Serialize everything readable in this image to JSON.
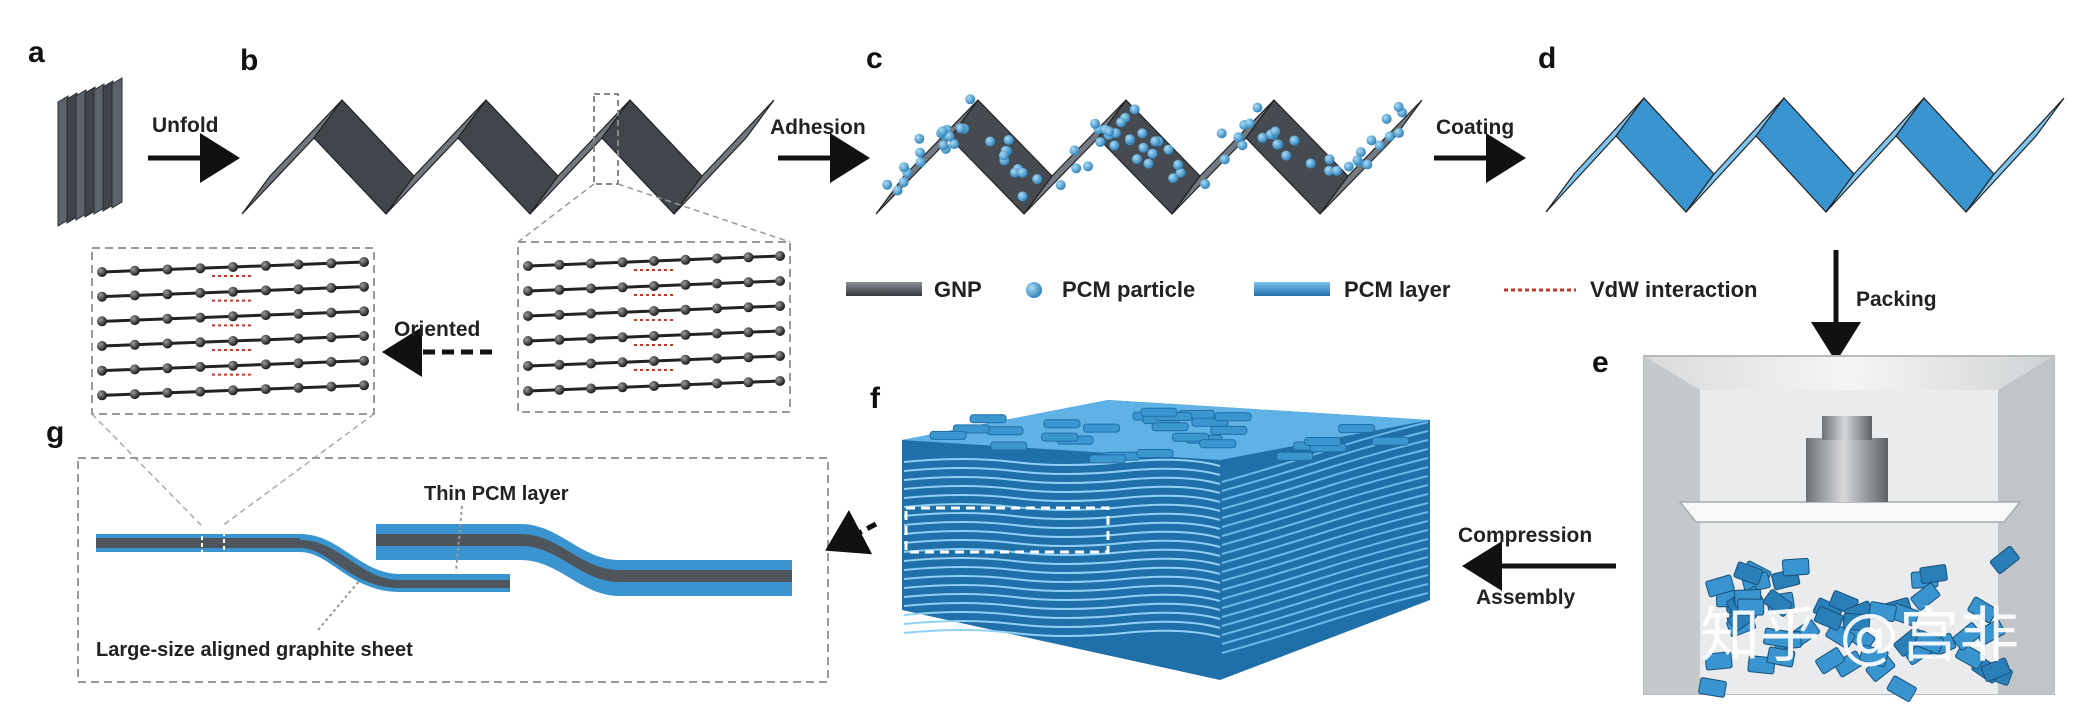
{
  "panels": [
    "a",
    "b",
    "c",
    "d",
    "e",
    "f",
    "g"
  ],
  "steps": {
    "unfold": "Unfold",
    "adhesion": "Adhesion",
    "coating": "Coating",
    "packing": "Packing",
    "oriented": "Oriented",
    "compression": "Compression",
    "assembly": "Assembly"
  },
  "legend": {
    "gnp": "GNP",
    "pcm_particle": "PCM particle",
    "pcm_layer": "PCM layer",
    "vdw": "VdW interaction"
  },
  "annotations": {
    "thin_pcm": "Thin PCM layer",
    "graphite": "Large-size aligned  graphite sheet"
  },
  "watermark": "知乎 @宫非",
  "colors": {
    "gnp": "#4f555c",
    "pcm": "#3a94cf",
    "pcm_dark": "#1f6fa8",
    "vdw": "#c0392b",
    "arrow": "#111111"
  }
}
